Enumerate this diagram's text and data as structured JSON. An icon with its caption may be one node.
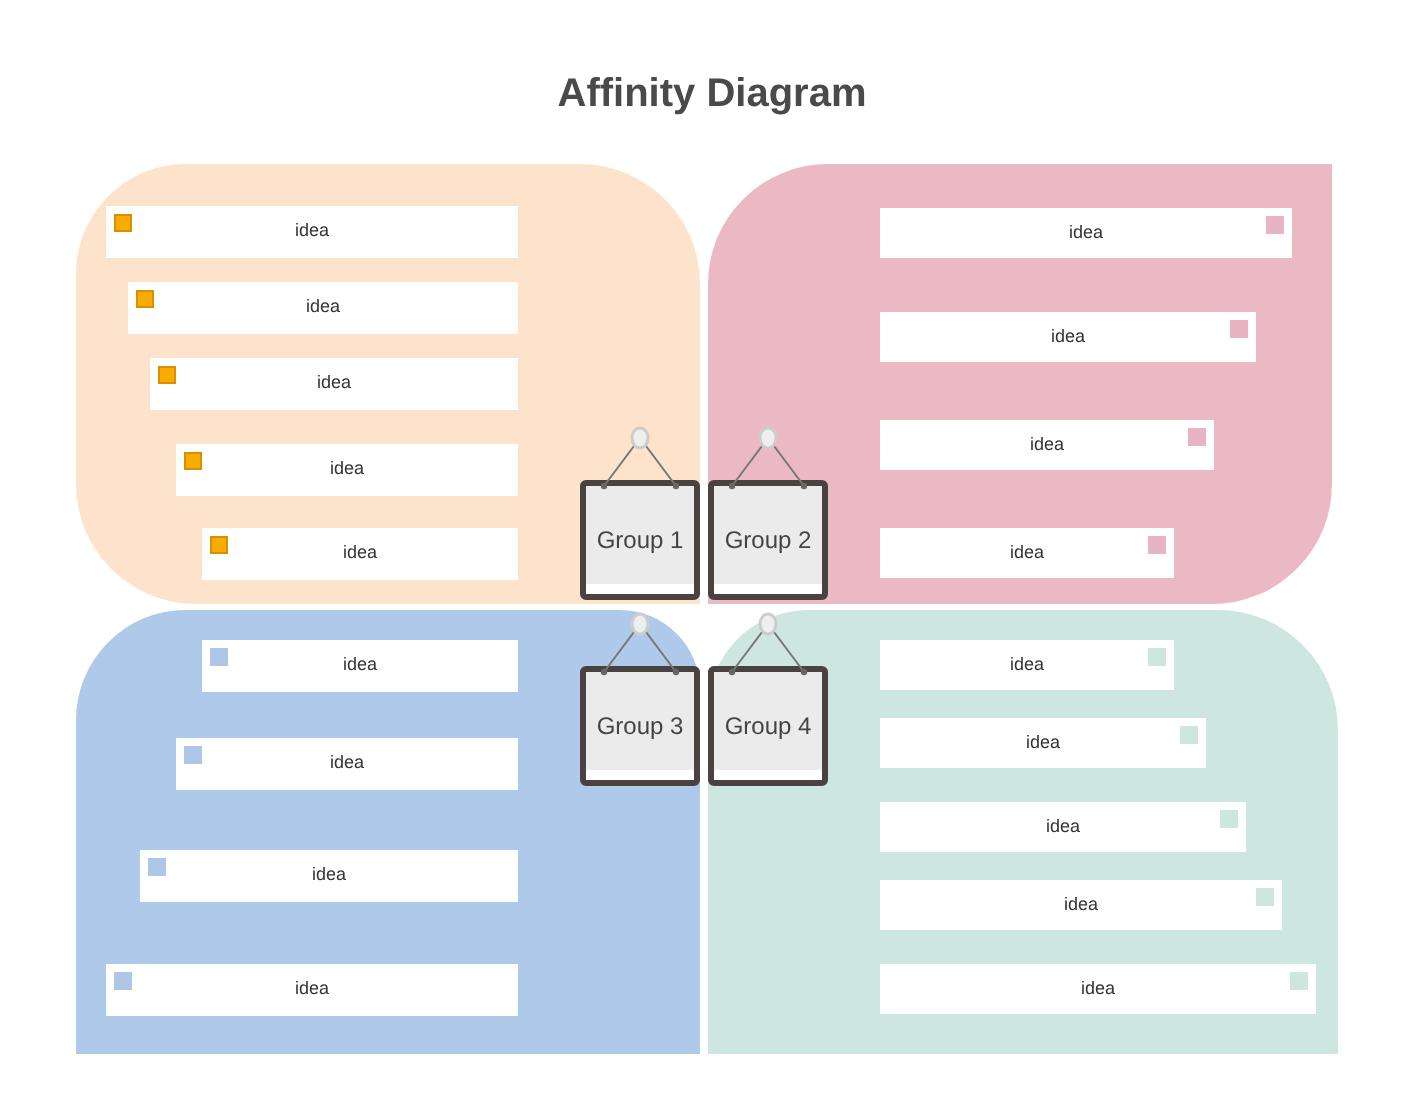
{
  "diagram": {
    "title": "Affinity Diagram",
    "nodes": [
      {
        "text": [],
        "shape": "box"
      },
      {
        "text": [
          "idea"
        ],
        "in": 0
      },
      {
        "text": [
          "idea"
        ],
        "in": 0
      },
      {
        "text": [
          "idea"
        ],
        "in": 0
      },
      {
        "text": [
          "idea"
        ],
        "in": 0
      },
      {
        "text": [
          "idea"
        ],
        "in": 0
      },
      {
        "text": [
          "Group 1"
        ],
        "in": 0
      },
      {
        "text": [],
        "shape": "box"
      },
      {
        "text": [
          "idea"
        ],
        "in": 7
      },
      {
        "text": [
          "idea"
        ],
        "in": 7
      },
      {
        "text": [
          "idea"
        ],
        "in": 7
      },
      {
        "text": [
          "idea"
        ],
        "in": 7
      },
      {
        "text": [
          "Group 2"
        ],
        "in": 7
      },
      {
        "text": [],
        "shape": "box"
      },
      {
        "text": [
          "idea"
        ],
        "in": 13
      },
      {
        "text": [
          "idea"
        ],
        "in": 13
      },
      {
        "text": [
          "idea"
        ],
        "in": 13
      },
      {
        "text": [
          "idea"
        ],
        "in": 13
      },
      {
        "text": [
          "Group 3"
        ],
        "in": 13
      },
      {
        "text": [],
        "shape": "box"
      },
      {
        "text": [
          "idea"
        ],
        "in": 19
      },
      {
        "text": [
          "idea"
        ],
        "in": 19
      },
      {
        "text": [
          "idea"
        ],
        "in": 19
      },
      {
        "text": [
          "idea"
        ],
        "in": 19
      },
      {
        "text": [
          "idea"
        ],
        "in": 19
      },
      {
        "text": [
          "Group 4"
        ],
        "in": 19
      }
    ]
  }
}
